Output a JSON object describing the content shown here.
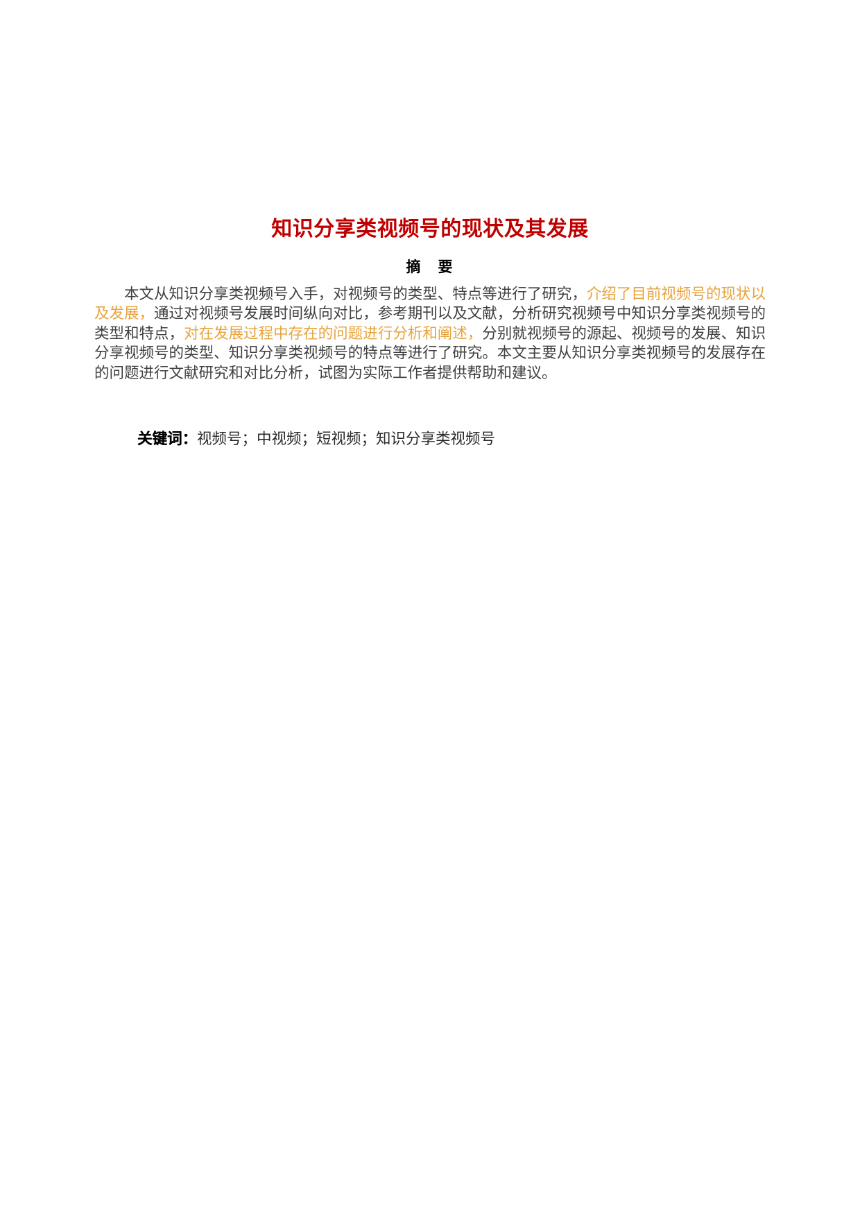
{
  "document": {
    "title": "知识分享类视频号的现状及其发展",
    "title_color": "#c00000",
    "abstract": {
      "heading": "摘　要",
      "highlight_color": "#e8a33d",
      "body_color": "#404040",
      "segments": [
        {
          "text": "本文从知识分享类视频号入手，对视频号的类型、特点等进行了研究，",
          "highlight": false
        },
        {
          "text": "介绍了目前视频号的现状以及发展，",
          "highlight": true
        },
        {
          "text": "通过对视频号发展时间纵向对比，参考期刊以及文献，分析研究视频号中知识分享类视频号的类型和特点，",
          "highlight": false
        },
        {
          "text": "对在发展过程中存在的问题进行分析和阐述，",
          "highlight": true
        },
        {
          "text": "分别就视频号的源起、视频号的发展、知识分享视频号的类型、知识分享类视频号的特点等进行了研究。本文主要从知识分享类视频号的发展存在的问题进行文献研究和对比分析，试图为实际工作者提供帮助和建议。",
          "highlight": false
        }
      ],
      "full_text": "本文从知识分享类视频号入手，对视频号的类型、特点等进行了研究，介绍了目前视频号的现状以及发展，通过对视频号发展时间纵向对比，参考期刊以及文献，分析研究视频号中知识分享类视频号的类型和特点，对在发展过程中存在的问题进行分析和阐述，分别就视频号的源起、视频号的发展、知识分享视频号的类型、知识分享类视频号的特点等进行了研究。本文主要从知识分享类视频号的发展存在的问题进行文献研究和对比分析，试图为实际工作者提供帮助和建议。"
    },
    "keywords": {
      "label": "关键词：",
      "values": "视频号；中视频；短视频；知识分享类视频号",
      "items": [
        "视频号",
        "中视频",
        "短视频",
        "知识分享类视频号"
      ]
    }
  }
}
